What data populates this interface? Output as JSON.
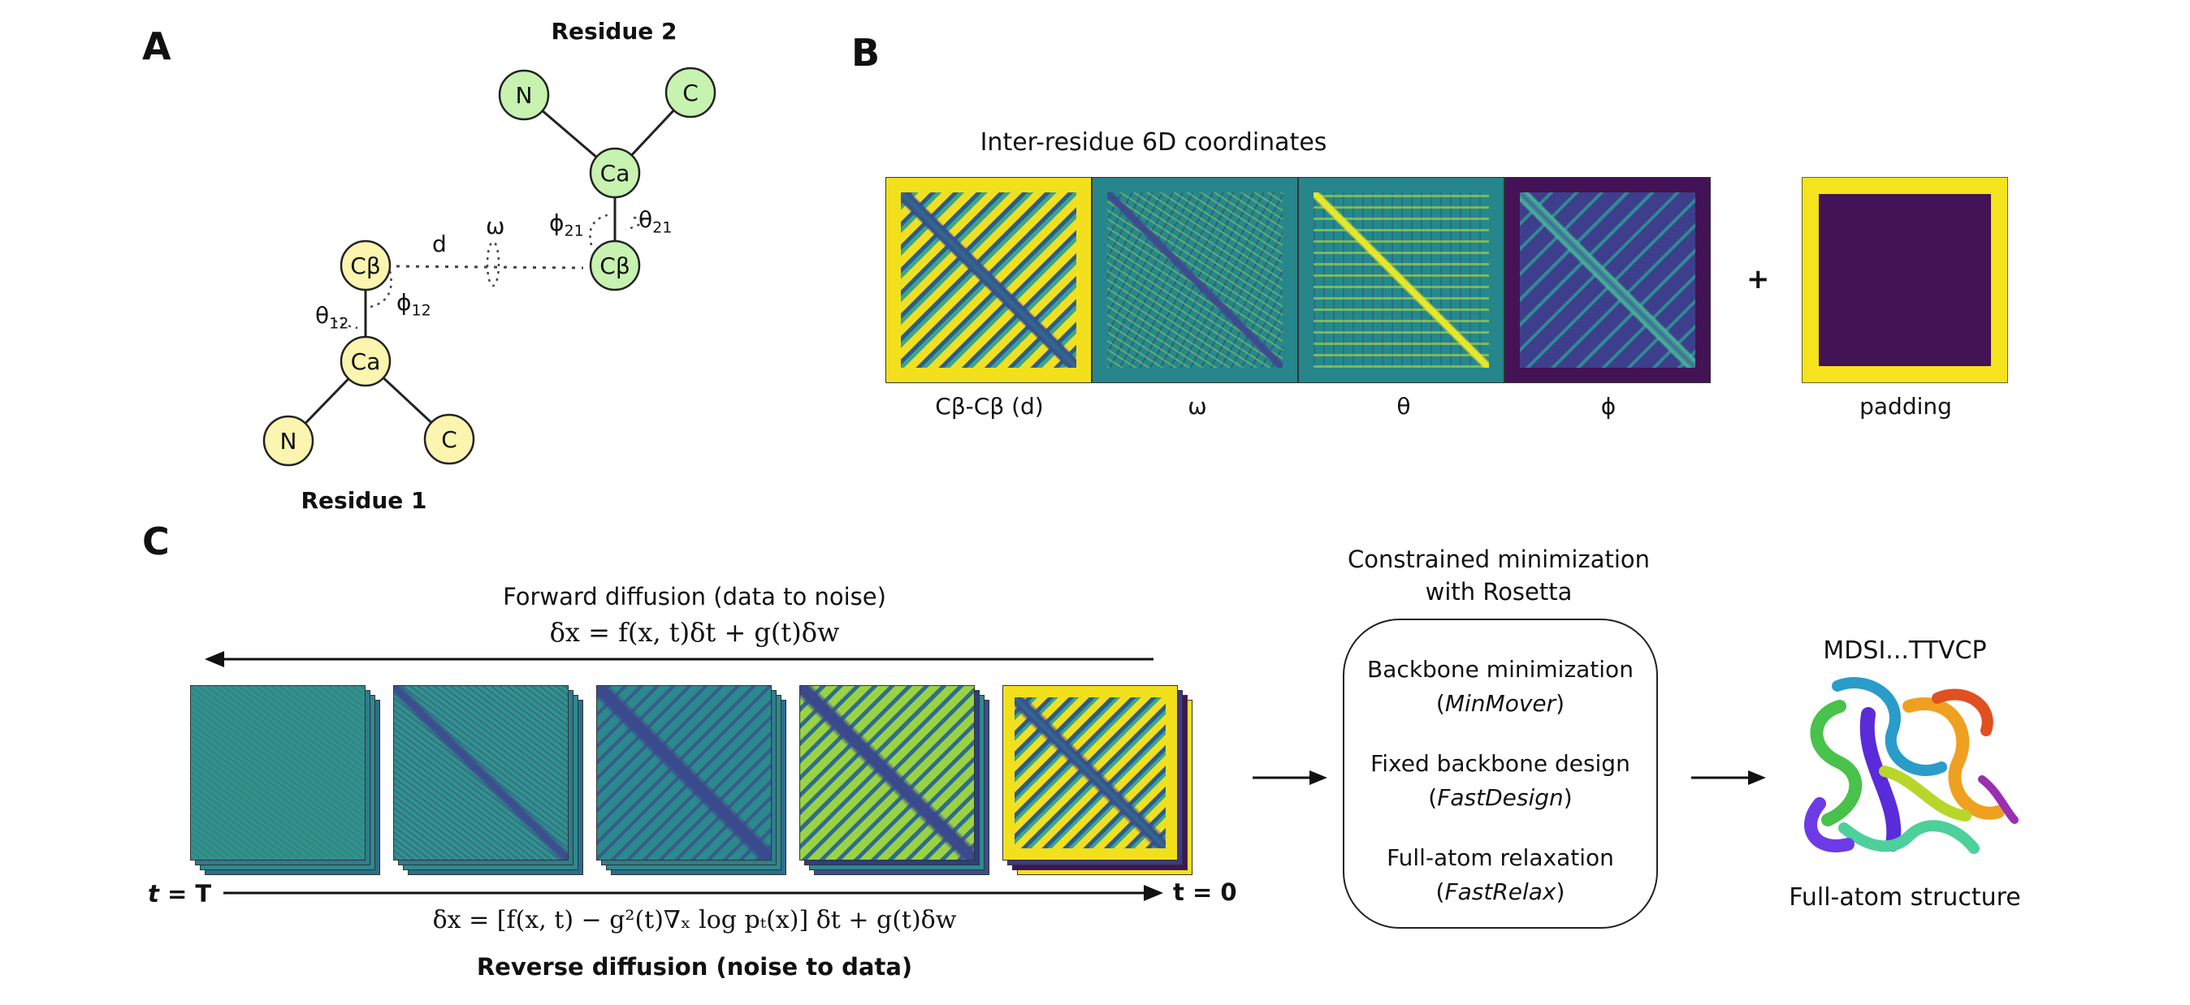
{
  "panel_labels": {
    "a": "A",
    "b": "B",
    "c": "C"
  },
  "panel_a": {
    "residue1_label": "Residue 1",
    "residue2_label": "Residue 2",
    "residue1_atoms": {
      "n": "N",
      "ca": "Ca",
      "c": "C",
      "cb": "Cβ"
    },
    "residue2_atoms": {
      "n": "N",
      "ca": "Ca",
      "c": "C",
      "cb": "Cβ"
    },
    "distance_label": "d",
    "omega_label": "ω",
    "theta12": {
      "sym": "θ",
      "sub": "12"
    },
    "phi12": {
      "sym": "ϕ",
      "sub": "12"
    },
    "theta21": {
      "sym": "θ",
      "sub": "21"
    },
    "phi21": {
      "sym": "ϕ",
      "sub": "21"
    },
    "colors": {
      "residue1": "#fbf5b0",
      "residue2": "#c8f2b0"
    }
  },
  "panel_b": {
    "title": "Inter-residue 6D coordinates",
    "maps": [
      {
        "label": "Cβ-Cβ (d)",
        "colormap": "viridis-bright"
      },
      {
        "label": "ω",
        "colormap": "viridis-teal"
      },
      {
        "label": "θ",
        "colormap": "viridis-teal"
      },
      {
        "label": "ϕ",
        "colormap": "viridis-dark"
      }
    ],
    "plus": "+",
    "padding_label": "padding",
    "colors": {
      "yellow": "#f4e31d",
      "purple": "#431356",
      "teal": "#24898c",
      "navy": "#3b3a8a"
    }
  },
  "panel_c": {
    "forward_title": "Forward diffusion (data to noise)",
    "forward_eq": "δx = f(x, t)δt + g(t)δw",
    "reverse_eq": "δx = [f(x, t) − g²(t)∇ₓ log pₜ(x)] δt + g(t)δw",
    "reverse_title": "Reverse diffusion (noise to data)",
    "t_start": {
      "italic": "t",
      "rest": " = T"
    },
    "t_end": "t = 0",
    "rosetta_title_1": "Constrained minimization",
    "rosetta_title_2": "with Rosetta",
    "steps": [
      {
        "name": "Backbone minimization",
        "mover": "MinMover"
      },
      {
        "name": "Fixed backbone design",
        "mover": "FastDesign"
      },
      {
        "name": "Full-atom relaxation",
        "mover": "FastRelax"
      }
    ],
    "sequence": "MDSI...TTVCP",
    "structure_label": "Full-atom structure"
  }
}
